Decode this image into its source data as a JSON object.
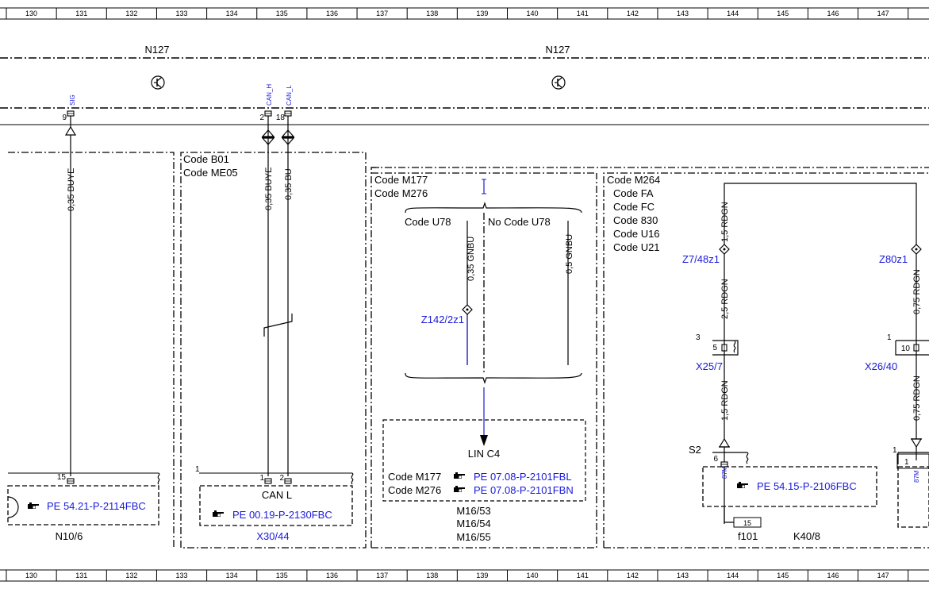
{
  "ruler_numbers": [
    "130",
    "131",
    "132",
    "133",
    "134",
    "135",
    "136",
    "137",
    "138",
    "139",
    "140",
    "141",
    "142",
    "143",
    "144",
    "145",
    "146",
    "147"
  ],
  "components": {
    "n127_left": "N127",
    "n127_right": "N127",
    "z142": "Z142/2z1",
    "z7": "Z7/48z1",
    "z80": "Z80z1",
    "x25": "X25/7",
    "x26": "X26/40",
    "s2": "S2",
    "f101": "f101",
    "k40": "K40/8",
    "n10": "N10/6",
    "x30": "X30/44"
  },
  "pins": {
    "sig": "SIG",
    "can_h": "CAN_H",
    "can_l": "CAN_L",
    "p9": "9",
    "p2": "2",
    "p18": "18",
    "p15": "15",
    "p1": "1",
    "p2b": "2",
    "p1b": "1",
    "p3": "3",
    "p5": "5",
    "p1c": "1",
    "p10": "10",
    "p6": "6",
    "p1d": "1",
    "p1e": "1",
    "p87m": "87M",
    "p87m2": "87M",
    "p15b": "15"
  },
  "wires": {
    "w_buye_1": "0,35 BUYE",
    "w_buye_2": "0,35 BUYE",
    "w_bu": "0,35 BU",
    "w_gnbu_1": "0,35 GNBU",
    "w_gnbu_2": "0,5 GNBU",
    "w_rdgn_1": "1,5 RDGN",
    "w_rdgn_2": "2,5 RDGN",
    "w_rdgn_3": "1,5 RDGN",
    "w_rdgn_4": "0,75 RDGN",
    "w_rdgn_5": "0,75 RDGN"
  },
  "codes": {
    "b01": "Code B01",
    "me05": "Code ME05",
    "m177": "Code M177",
    "m276": "Code M276",
    "u78": "Code U78",
    "no_u78": "No Code U78",
    "m264": "Code M264",
    "fa": "Code FA",
    "fc": "Code FC",
    "c830": "Code 830",
    "u16": "Code U16",
    "u21": "Code U21",
    "m177b": "Code M177",
    "m276b": "Code M276"
  },
  "refs": {
    "pe_2114": "PE 54.21-P-2114FBC",
    "pe_2130": "PE 00.19-P-2130FBC",
    "pe_2101fbl": "PE 07.08-P-2101FBL",
    "pe_2101fbn": "PE 07.08-P-2101FBN",
    "pe_2106": "PE 54.15-P-2106FBC"
  },
  "labels": {
    "can_l": "CAN L",
    "lin_c4": "LIN C4",
    "m16_53": "M16/53",
    "m16_54": "M16/54",
    "m16_55": "M16/55"
  },
  "colors": {
    "link_blue": "#1a1adb",
    "line_black": "#000000"
  },
  "icons": {
    "transistor": "transistor-icon",
    "hand_pointer": "hand-pointer-icon"
  }
}
